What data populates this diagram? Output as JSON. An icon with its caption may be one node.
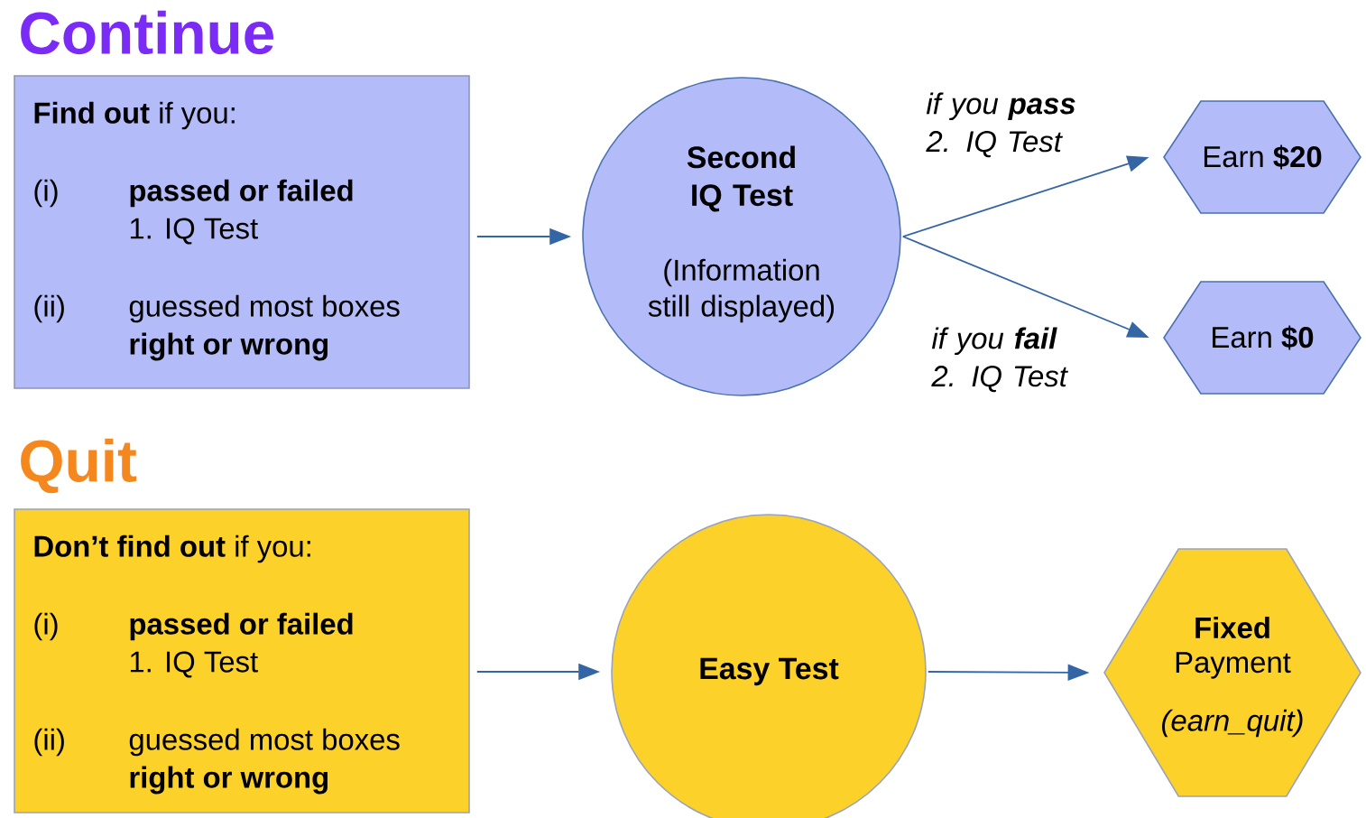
{
  "diagram": {
    "nodes": [
      {
        "text": [
          "**Find out** if you:",
          "(i)",
          "passed or failed",
          "1. IQ Test",
          "(ii)",
          "guessed most boxes",
          "right or wrong"
        ]
      },
      {
        "text": [
          "Second IQ Test",
          "(Information still displayed)"
        ]
      },
      {
        "text": [
          "Earn **$20**"
        ]
      },
      {
        "text": [
          "Earn **$0**"
        ]
      },
      {
        "text": [
          "**Don’t find out** if you:",
          "(i)",
          "passed or failed",
          "1. IQ Test",
          "(ii)",
          "guessed most boxes",
          "right or wrong"
        ]
      },
      {
        "text": [
          "Easy Test"
        ]
      },
      {
        "text": [
          "Fixed",
          "Payment",
          "(earn_quit)"
        ]
      }
    ],
    "edges": [
      {
        "from": 0,
        "to": 1,
        "arrow": "to"
      },
      {
        "from": 1,
        "to": 2,
        "arrow": "to",
        "label": "if you **pass** 2. IQ Test"
      },
      {
        "from": 1,
        "to": 3,
        "arrow": "to",
        "label": "if you **fail** 2. IQ Test"
      },
      {
        "from": 4,
        "to": 5,
        "arrow": "to"
      },
      {
        "from": 5,
        "to": 6,
        "arrow": "to"
      }
    ],
    "labels": [
      "Continue",
      "Quit"
    ]
  }
}
